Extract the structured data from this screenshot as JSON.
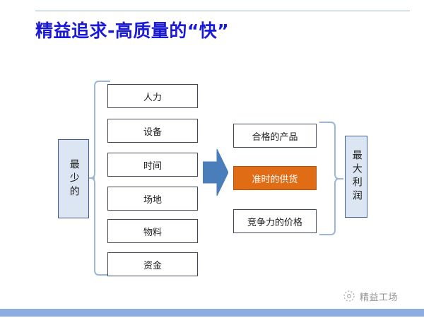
{
  "slide": {
    "title": "精益追求-高质量的“快”",
    "title_color": "#1a1ad6",
    "background": "#ffffff"
  },
  "diagram": {
    "input": {
      "label": "最少的",
      "fill": "#dce6f2",
      "border": "#3c5a8a"
    },
    "resources": [
      {
        "label": "人力"
      },
      {
        "label": "设备"
      },
      {
        "label": "时间"
      },
      {
        "label": "场地"
      },
      {
        "label": "物料"
      },
      {
        "label": "资金"
      }
    ],
    "arrow": {
      "name": "right-arrow",
      "color": "#4a7ebb"
    },
    "outcomes": [
      {
        "label": "合格的产品",
        "fill": "#ffffff",
        "highlighted": false
      },
      {
        "label": "准时的供货",
        "fill": "#e06c16",
        "highlighted": true
      },
      {
        "label": "竞争力的价格",
        "fill": "#ffffff",
        "highlighted": false
      }
    ],
    "result": {
      "label": "最大利润",
      "fill": "#dce6f2",
      "border": "#3c5a8a"
    },
    "bracket_color": "#9bb6d6"
  },
  "footer": {
    "brand_text": "精益工场",
    "bar_color": "#8cadde"
  }
}
